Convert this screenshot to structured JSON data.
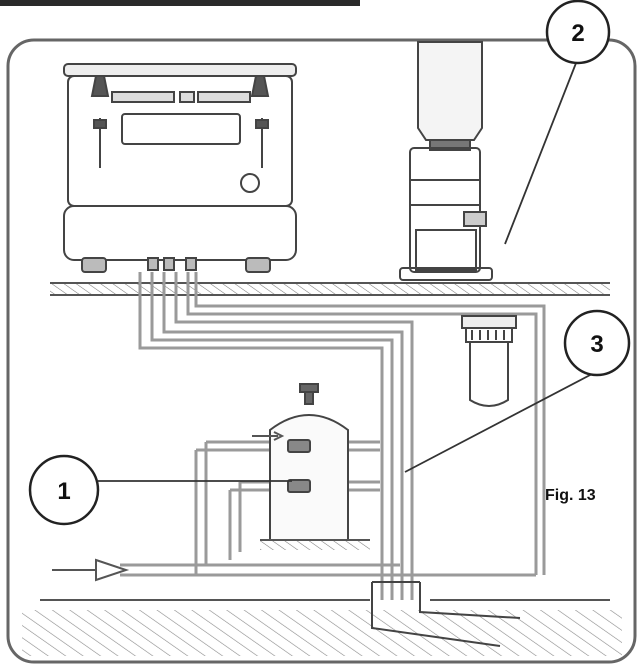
{
  "callouts": [
    {
      "id": "1",
      "label": "1"
    },
    {
      "id": "2",
      "label": "2"
    },
    {
      "id": "3",
      "label": "3"
    }
  ],
  "figure": {
    "label": "Fig. 13"
  },
  "colors": {
    "line": "#555555",
    "frame": "#666666",
    "pipe": "#9a9a9a",
    "hatch": "#8a8a8a"
  }
}
